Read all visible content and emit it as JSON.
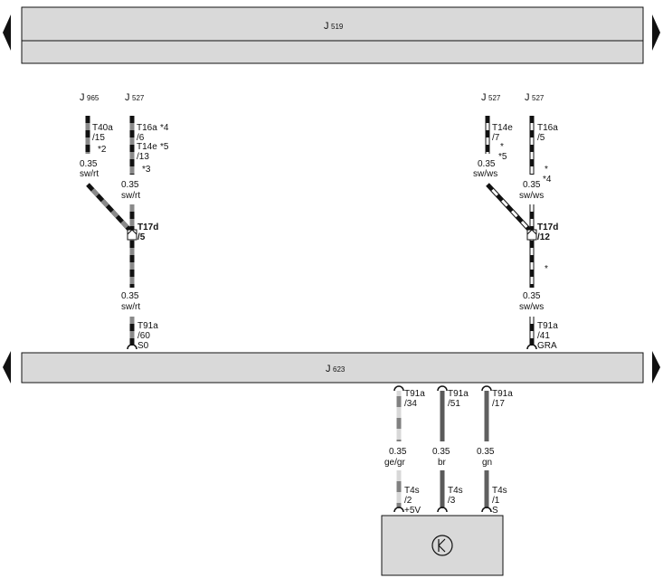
{
  "components": {
    "j519": {
      "prefix": "J",
      "num": "519"
    },
    "j623": {
      "prefix": "J",
      "num": "623"
    },
    "j965": {
      "prefix": "J",
      "num": "965"
    },
    "j527_a": {
      "prefix": "J",
      "num": "527"
    },
    "j527_b": {
      "prefix": "J",
      "num": "527"
    },
    "j527_c": {
      "prefix": "J",
      "num": "527"
    }
  },
  "wires": {
    "w1": {
      "pin_a": "T40a",
      "pin_b": "/15",
      "note": "*2",
      "size": "0.35",
      "color": "sw/rt"
    },
    "w2": {
      "pin_a": "T16a",
      "note_a": "*4",
      "pin_b": "/6",
      "pin_c": "T14e",
      "note_c": "*5",
      "pin_d": "/13",
      "note_d": "*3",
      "size": "0.35",
      "color": "sw/rt"
    },
    "w3": {
      "pin_a": "T14e",
      "pin_b": "/7",
      "note_a": "*",
      "note_b": "*5",
      "size": "0.35",
      "color": "sw/ws"
    },
    "w4": {
      "pin_a": "T16a",
      "pin_b": "/5",
      "note_a": "*",
      "note_b": "*4",
      "size": "0.35",
      "color": "sw/ws"
    },
    "splice_l": {
      "pin": "T17d",
      "num": "/5"
    },
    "splice_r": {
      "pin": "T17d",
      "num": "/12",
      "note": "*"
    },
    "down_l": {
      "size": "0.35",
      "color": "sw/rt",
      "pin": "T91a",
      "num": "/60",
      "sig": "S0"
    },
    "down_r": {
      "size": "0.35",
      "color": "sw/ws",
      "pin": "T91a",
      "num": "/41",
      "sig": "GRA"
    },
    "b1": {
      "pin": "T91a",
      "num": "/34",
      "size": "0.35",
      "color": "ge/gr",
      "pin2": "T4s",
      "num2": "/2",
      "sig": "+5V"
    },
    "b2": {
      "pin": "T91a",
      "num": "/51",
      "size": "0.35",
      "color": "br",
      "pin2": "T4s",
      "num2": "/3"
    },
    "b3": {
      "pin": "T91a",
      "num": "/17",
      "size": "0.35",
      "color": "gn",
      "pin2": "T4s",
      "num2": "/1",
      "sig": "S"
    }
  },
  "colors": {
    "bar": "#d9d9d9",
    "black": "#111111",
    "red_stripe": "#8a8a8a",
    "white_stripe": "#ffffff",
    "yellow_stripe": "#d8d8d8",
    "grey_stripe": "#808080",
    "brown": "#5a5a5a",
    "green": "#606060"
  },
  "icons": {
    "component_symbol": "k-circle-icon"
  }
}
